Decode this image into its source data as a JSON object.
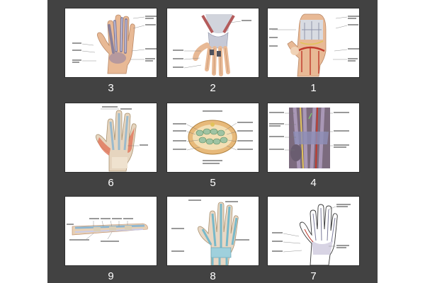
{
  "slides": [
    {
      "number": "3",
      "icon": "hand-palm-tendons-illustration"
    },
    {
      "number": "2",
      "icon": "hand-palm-ligaments-illustration"
    },
    {
      "number": "1",
      "icon": "hand-palm-arteries-illustration"
    },
    {
      "number": "6",
      "icon": "hand-dorsal-muscles-illustration"
    },
    {
      "number": "5",
      "icon": "wrist-cross-section-illustration"
    },
    {
      "number": "4",
      "icon": "wrist-nerves-closeup-illustration"
    },
    {
      "number": "9",
      "icon": "finger-lateral-tendon-illustration"
    },
    {
      "number": "8",
      "icon": "hand-dorsal-tendons-illustration"
    },
    {
      "number": "7",
      "icon": "hand-palm-spaces-illustration"
    }
  ],
  "colors": {
    "background": "#424242",
    "text": "#ffffff"
  }
}
